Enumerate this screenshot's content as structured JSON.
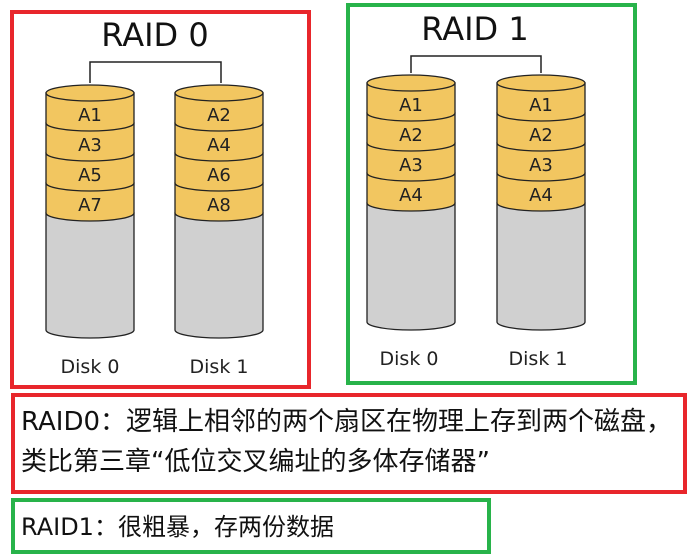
{
  "colors": {
    "raid0_border": "#e8262b",
    "raid1_border": "#28b34a",
    "block_fill": "#f2c660",
    "disk_fill": "#d0d0d0",
    "background": "#ffffff"
  },
  "raid0": {
    "title": "RAID 0",
    "disks": [
      {
        "label": "Disk 0",
        "blocks": [
          "A1",
          "A3",
          "A5",
          "A7"
        ]
      },
      {
        "label": "Disk 1",
        "blocks": [
          "A2",
          "A4",
          "A6",
          "A8"
        ]
      }
    ]
  },
  "raid1": {
    "title": "RAID 1",
    "disks": [
      {
        "label": "Disk 0",
        "blocks": [
          "A1",
          "A2",
          "A3",
          "A4"
        ]
      },
      {
        "label": "Disk 1",
        "blocks": [
          "A1",
          "A2",
          "A3",
          "A4"
        ]
      }
    ]
  },
  "captions": {
    "raid0": "RAID0：逻辑上相邻的两个扇区在物理上存到两个磁盘，类比第三章“低位交叉编址的多体存储器”",
    "raid1": "RAID1：很粗暴，存两份数据"
  }
}
